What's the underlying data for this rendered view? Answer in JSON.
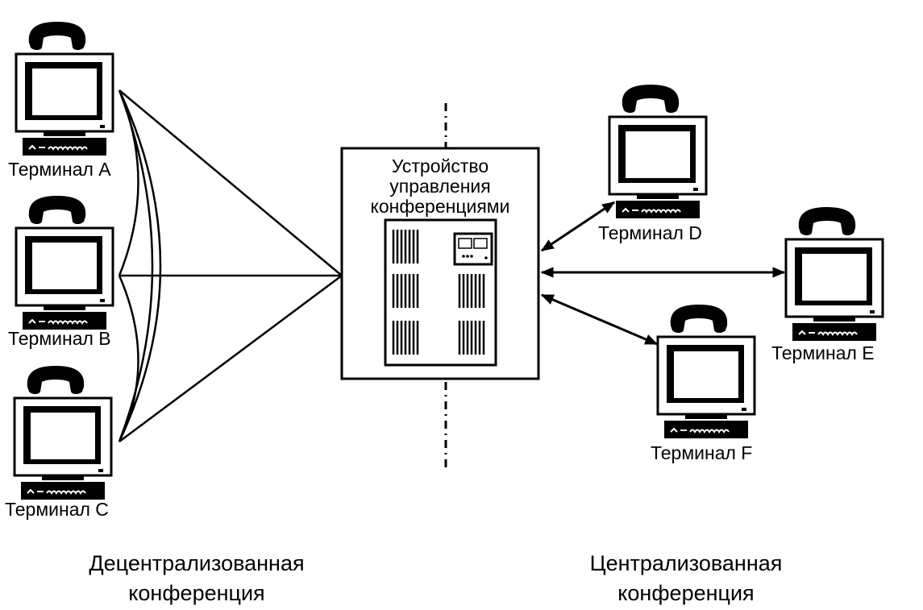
{
  "diagram": {
    "title": "Decentralized vs centralized conference",
    "colors": {
      "ink": "#000000",
      "background": "#ffffff"
    },
    "center_device": {
      "label_lines": [
        "Устройство",
        "управления",
        "конференциями"
      ],
      "icon": "server-cabinet-icon"
    },
    "terminals": [
      {
        "id": "A",
        "label": "Терминал A",
        "group": "decentralized"
      },
      {
        "id": "B",
        "label": "Терминал B",
        "group": "decentralized"
      },
      {
        "id": "C",
        "label": "Терминал C",
        "group": "decentralized"
      },
      {
        "id": "D",
        "label": "Терминал D",
        "group": "centralized"
      },
      {
        "id": "E",
        "label": "Терминал E",
        "group": "centralized"
      },
      {
        "id": "F",
        "label": "Терминал F",
        "group": "centralized"
      }
    ],
    "terminal_icon": "computer-with-phone-icon",
    "connections": {
      "mesh": [
        [
          "A",
          "B"
        ],
        [
          "A",
          "C"
        ],
        [
          "B",
          "C"
        ]
      ],
      "to_device_plain": [
        "A",
        "B",
        "C"
      ],
      "to_device_bidirectional": [
        "D",
        "E",
        "F"
      ]
    },
    "captions": {
      "left": [
        "Децентрализованная",
        "конференция"
      ],
      "right": [
        "Централизованная",
        "конференция"
      ]
    },
    "separator": "dash-dot-line"
  }
}
